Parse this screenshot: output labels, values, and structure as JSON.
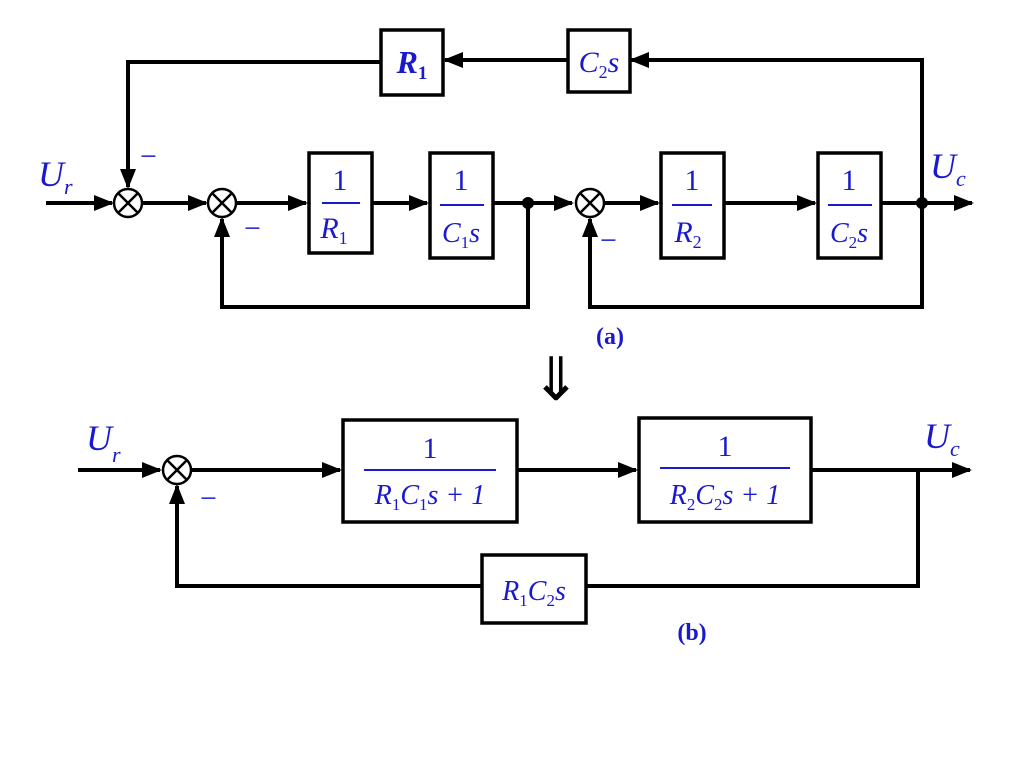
{
  "diagram_a": {
    "input_label": {
      "main": "U",
      "sub": "r"
    },
    "output_label": {
      "main": "U",
      "sub": "c"
    },
    "feedback_blocks": [
      {
        "parts": [
          "R",
          "1",
          ""
        ]
      },
      {
        "parts": [
          "C",
          "2",
          "s"
        ]
      }
    ],
    "forward_blocks": [
      {
        "numerator": "1",
        "den_parts": [
          "R",
          "1",
          ""
        ]
      },
      {
        "numerator": "1",
        "den_parts": [
          "C",
          "1",
          "s"
        ]
      },
      {
        "numerator": "1",
        "den_parts": [
          "R",
          "2",
          ""
        ]
      },
      {
        "numerator": "1",
        "den_parts": [
          "C",
          "2",
          "s"
        ]
      }
    ],
    "minus_signs": [
      "−",
      "−",
      "−"
    ],
    "caption": "(a)"
  },
  "transform_arrow": "⇓",
  "diagram_b": {
    "input_label": {
      "main": "U",
      "sub": "r"
    },
    "output_label": {
      "main": "U",
      "sub": "c"
    },
    "forward_blocks": [
      {
        "numerator": "1",
        "den_parts": [
          "R",
          "1",
          "C",
          "1",
          "s + 1"
        ]
      },
      {
        "numerator": "1",
        "den_parts": [
          "R",
          "2",
          "C",
          "2",
          "s + 1"
        ]
      }
    ],
    "feedback_block": {
      "parts": [
        "R",
        "1",
        "C",
        "2",
        "s"
      ]
    },
    "minus_sign": "−",
    "caption": "(b)"
  }
}
